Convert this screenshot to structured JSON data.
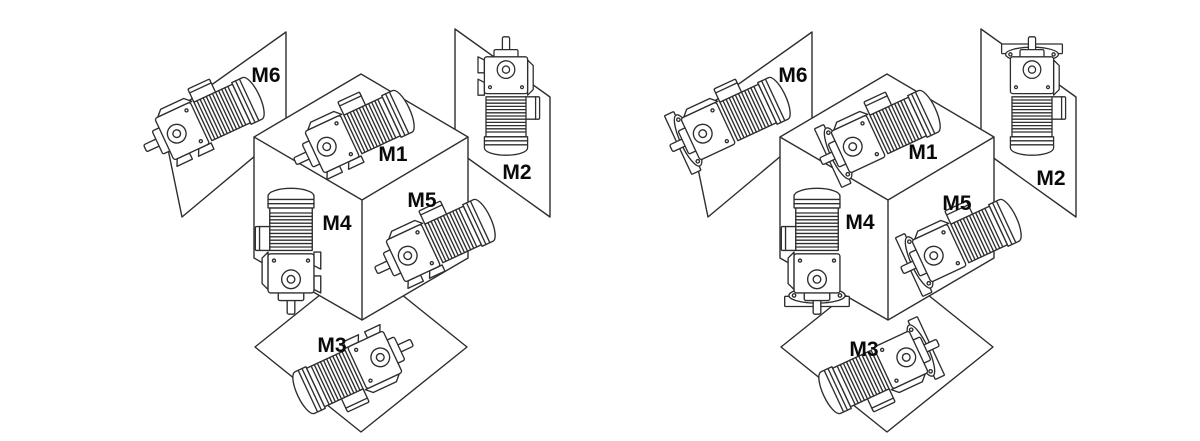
{
  "figure": {
    "description_labels_only": true,
    "colors": {
      "background": "#ffffff",
      "line": "#2e2e2e",
      "label": "#0a0a0a"
    },
    "diagrams": [
      {
        "id": "left",
        "motor_style": "foot-mounted",
        "labels": [
          {
            "text": "M1"
          },
          {
            "text": "M2"
          },
          {
            "text": "M3"
          },
          {
            "text": "M4"
          },
          {
            "text": "M5"
          },
          {
            "text": "M6"
          }
        ]
      },
      {
        "id": "right",
        "motor_style": "flange-mounted",
        "labels": [
          {
            "text": "M1"
          },
          {
            "text": "M2"
          },
          {
            "text": "M3"
          },
          {
            "text": "M4"
          },
          {
            "text": "M5"
          },
          {
            "text": "M6"
          }
        ]
      }
    ]
  }
}
